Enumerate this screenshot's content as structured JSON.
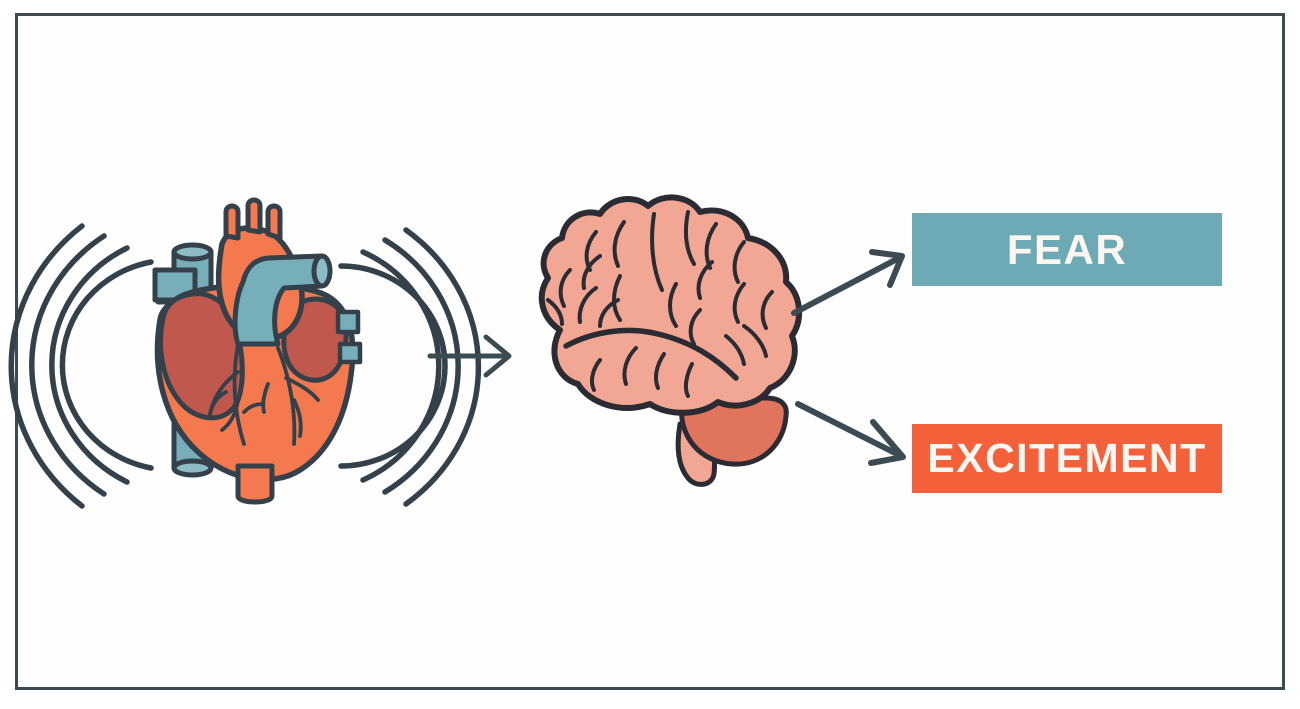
{
  "diagram": {
    "title": "Heart signals interpreted by brain as fear or excitement",
    "background_color": "#ffffff",
    "frame_color": "#3c4a52"
  },
  "nodes": {
    "heart": {
      "name": "beating-heart",
      "icon": "anatomical-heart-icon",
      "body_color": "#F4794E",
      "atria_color": "#C0584E",
      "vessel_color": "#76AEBA",
      "outline_color": "#34414B",
      "pulse_arcs": 4
    },
    "brain": {
      "name": "brain",
      "icon": "brain-icon",
      "body_color": "#F2A795",
      "cerebellum_color": "#E0745C",
      "outline_color": "#2b2b33"
    }
  },
  "outcomes": [
    {
      "id": "fear",
      "label": "FEAR",
      "color": "#6DAAB5",
      "text_color": "#fdf7f2"
    },
    {
      "id": "excitement",
      "label": "EXCITEMENT",
      "color": "#F4603A",
      "text_color": "#fdf7f2"
    }
  ],
  "arrows": [
    {
      "id": "heart-to-brain",
      "name": "arrow-heart-to-brain",
      "direction": "right",
      "color": "#3c4a52"
    },
    {
      "id": "brain-to-fear",
      "name": "arrow-brain-to-fear",
      "direction": "up-right",
      "color": "#3c4a52"
    },
    {
      "id": "brain-to-excitement",
      "name": "arrow-brain-to-excitement",
      "direction": "down-right",
      "color": "#3c4a52"
    }
  ]
}
